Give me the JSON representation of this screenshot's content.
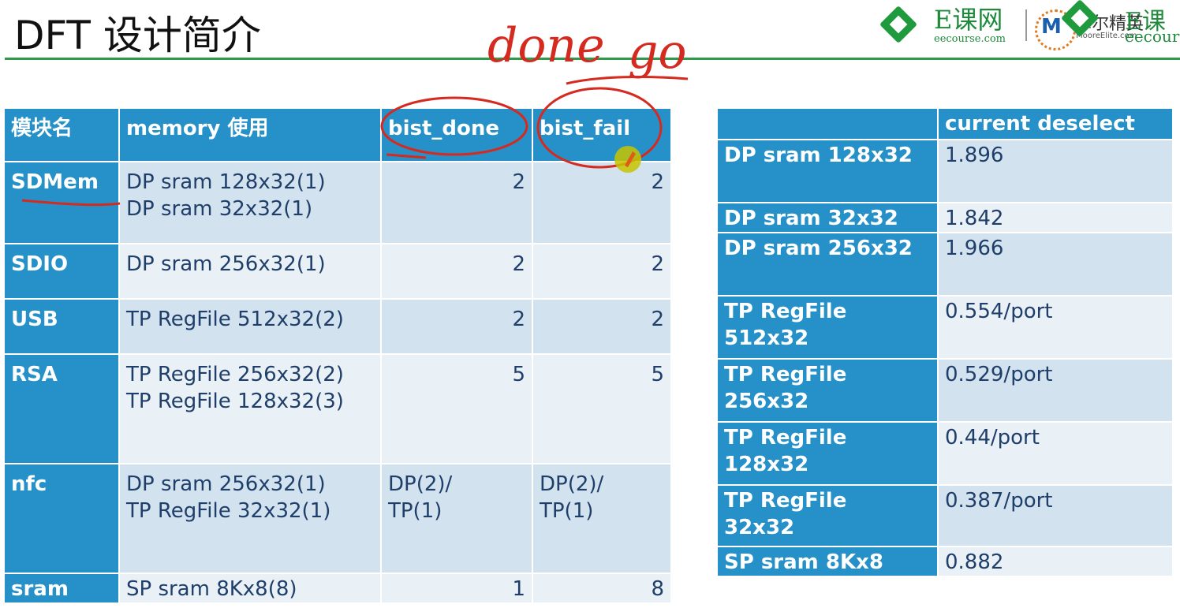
{
  "title": "DFT 设计简介",
  "logos": {
    "ecourse_name": "E课网",
    "ecourse_url": "eecourse.com",
    "moore_mark": "M",
    "moore_cn": "摩尔精英",
    "moore_en": "MooreElite.com",
    "ecourse_name_2": "E课",
    "ecourse_url_2": "eecour"
  },
  "annotations": {
    "handwriting_1": "done",
    "handwriting_2": "go"
  },
  "left_table": {
    "headers": [
      "模块名",
      "memory 使用",
      "bist_done",
      "bist_fail"
    ],
    "rows": [
      {
        "module": "SDMem",
        "memory": [
          "DP sram 128x32(1)",
          "DP sram 32x32(1)"
        ],
        "bist_done": "2",
        "bist_fail": "2"
      },
      {
        "module": "SDIO",
        "memory": [
          "DP sram 256x32(1)"
        ],
        "bist_done": "2",
        "bist_fail": "2"
      },
      {
        "module": "USB",
        "memory": [
          "TP RegFile 512x32(2)"
        ],
        "bist_done": "2",
        "bist_fail": "2"
      },
      {
        "module": "RSA",
        "memory": [
          "TP RegFile 256x32(2)",
          "TP RegFile 128x32(3)"
        ],
        "bist_done": "5",
        "bist_fail": "5"
      },
      {
        "module": "nfc",
        "memory": [
          "DP sram 256x32(1)",
          "TP RegFile 32x32(1)"
        ],
        "bist_done": [
          "DP(2)/",
          "TP(1)"
        ],
        "bist_fail": [
          "DP(2)/",
          "TP(1)"
        ]
      },
      {
        "module": "sram",
        "memory": [
          "SP sram 8Kx8(8)"
        ],
        "bist_done": "1",
        "bist_fail": "8"
      }
    ]
  },
  "right_table": {
    "headers": [
      "",
      "current deselect"
    ],
    "rows": [
      {
        "name": [
          "DP sram 128x32"
        ],
        "value": "1.896"
      },
      {
        "name": [
          "DP sram 32x32"
        ],
        "value": "1.842"
      },
      {
        "name": [
          "DP sram 256x32"
        ],
        "value": "1.966"
      },
      {
        "name": [
          "TP RegFile",
          "512x32"
        ],
        "value": "0.554/port"
      },
      {
        "name": [
          "TP RegFile",
          "256x32"
        ],
        "value": "0.529/port"
      },
      {
        "name": [
          "TP RegFile",
          "128x32"
        ],
        "value": "0.44/port"
      },
      {
        "name": [
          "TP RegFile",
          "32x32"
        ],
        "value": "0.387/port"
      },
      {
        "name": [
          "SP sram 8Kx8"
        ],
        "value": "0.882"
      }
    ]
  },
  "colors": {
    "header_blue": "#2690c8",
    "cell_dark": "#d2e2ee",
    "cell_light": "#e9f1f7",
    "title_rule_green": "#2e9a4a",
    "annotation_red": "#d42a1f",
    "pointer_yellow": "#c8c400"
  }
}
